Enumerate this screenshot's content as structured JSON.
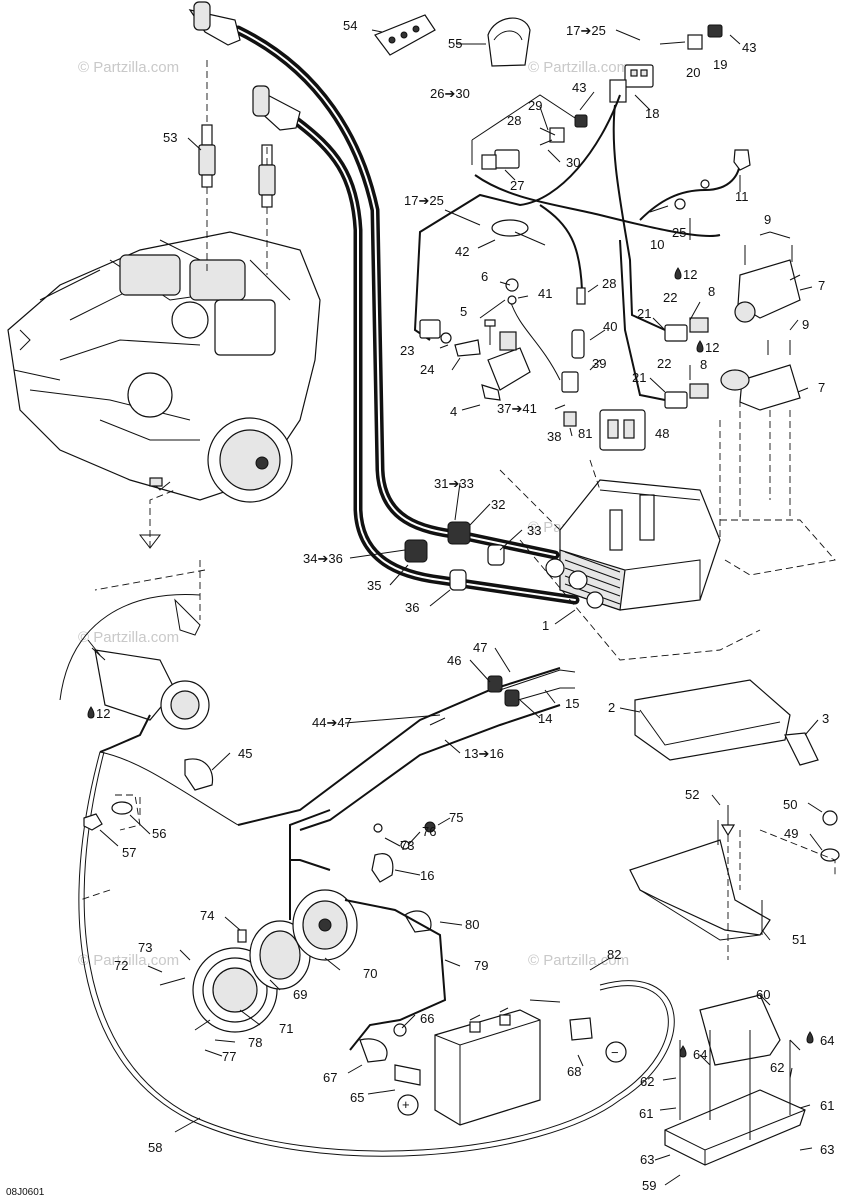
{
  "diagram": {
    "code": "08J0601",
    "watermark": "© Partzilla.com",
    "labels": {
      "l54": "54",
      "l55": "55",
      "l17_25a": "17➔25",
      "l43a": "43",
      "l20": "20",
      "l19": "19",
      "l26_30": "26➔30",
      "l43b": "43",
      "l18": "18",
      "l29": "29",
      "l28a": "28",
      "l30": "30",
      "l27": "27",
      "l53": "53",
      "l17_25b": "17➔25",
      "l11": "11",
      "l10": "10",
      "l25": "25",
      "l9a": "9",
      "l42": "42",
      "l28b": "28",
      "l6": "6",
      "l41": "41",
      "l12a": "12",
      "l8a": "8",
      "l7a": "7",
      "l5": "5",
      "l22a": "22",
      "l21a": "21",
      "l40": "40",
      "l9b": "9",
      "l23": "23",
      "l39": "39",
      "l12b": "12",
      "l24": "24",
      "l22b": "22",
      "l8b": "8",
      "l21b": "21",
      "l7b": "7",
      "l4": "4",
      "l37_41": "37➔41",
      "l81": "81",
      "l48": "48",
      "l38": "38",
      "l31_33": "31➔33",
      "l32": "32",
      "l33": "33",
      "l34_36": "34➔36",
      "l35": "35",
      "l36": "36",
      "l1": "1",
      "l47": "47",
      "l46": "46",
      "l15": "15",
      "l2": "2",
      "l3": "3",
      "l14": "14",
      "l12c": "12",
      "l44_47": "44➔47",
      "l45": "45",
      "l13_16": "13➔16",
      "l52": "52",
      "l50": "50",
      "l75": "75",
      "l56": "56",
      "l76": "76",
      "l49": "49",
      "l57": "57",
      "l73a": "73",
      "l16": "16",
      "l74": "74",
      "l80": "80",
      "l51": "51",
      "l73b": "73",
      "l72": "72",
      "l70": "70",
      "l79": "79",
      "l82": "82",
      "l69": "69",
      "l60": "60",
      "l71": "71",
      "l66": "66",
      "l78": "78",
      "l77": "77",
      "l64a": "64",
      "l64b": "64",
      "l67": "67",
      "l68": "68",
      "l62a": "62",
      "l62b": "62",
      "l65": "65",
      "l61a": "61",
      "l61b": "61",
      "l58": "58",
      "l63a": "63",
      "l63b": "63",
      "l59": "59",
      "plus": "+",
      "minus": "−"
    }
  }
}
